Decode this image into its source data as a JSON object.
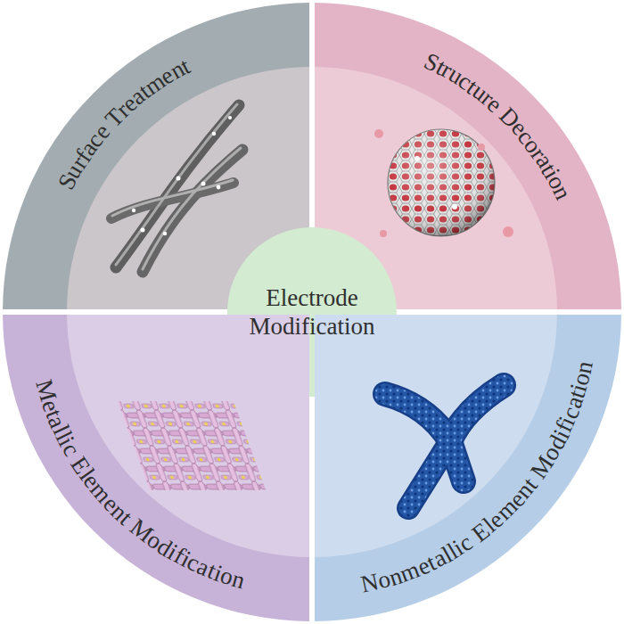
{
  "diagram": {
    "nodes": [
      {
        "text": [
          "Surface Treatment"
        ]
      },
      {
        "text": [
          "Structure Decoration"
        ]
      },
      {
        "text": [
          "Electrode Modification"
        ]
      },
      {
        "text": [
          "Metallic Element Modification"
        ]
      },
      {
        "text": [
          "Nonmetallic Element Modification"
        ]
      }
    ]
  }
}
